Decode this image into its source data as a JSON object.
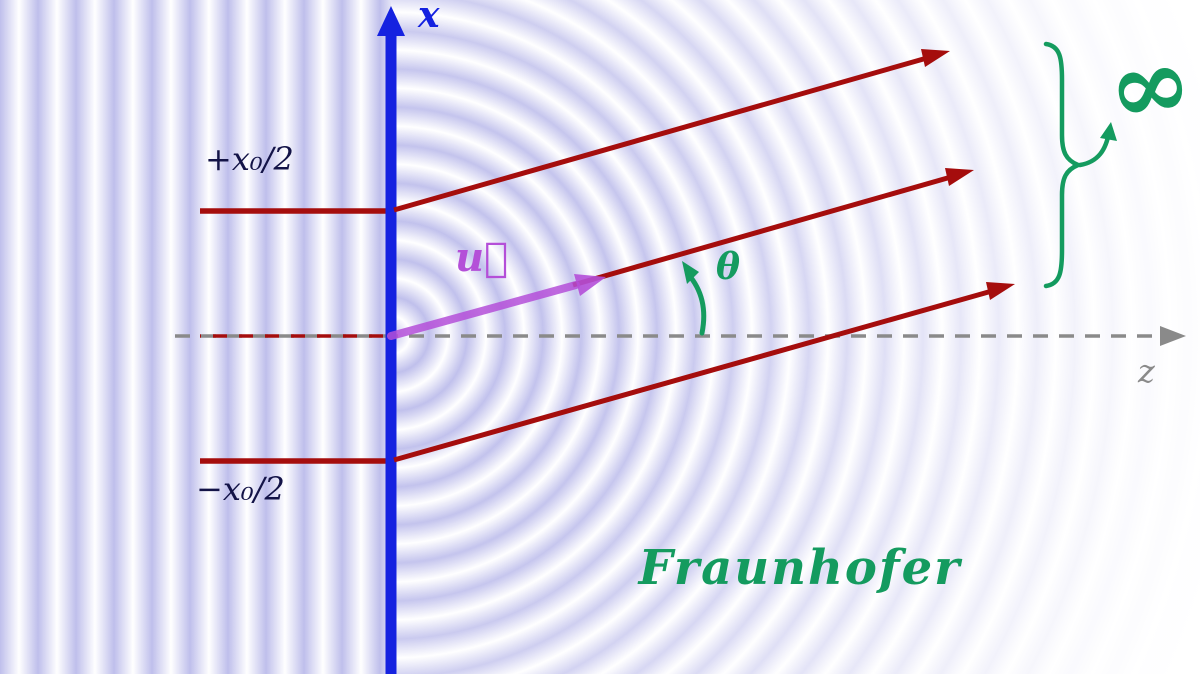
{
  "colors": {
    "axis-blue": "#1522e0",
    "ray-red": "#a50d0d",
    "accent-green": "#149b5f",
    "vector-purple": "#b44fd8",
    "axis-gray": "#8a8a8a",
    "label-ink": "#131347"
  },
  "diagram": {
    "regime_label": "Fraunhofer",
    "axes": {
      "x_label": "x",
      "z_label": "z"
    },
    "aperture": {
      "upper_edge_label": "+x₀/2",
      "lower_edge_label": "−x₀/2"
    },
    "wave_vector_label": "u⃗",
    "diffraction_angle_label": "θ",
    "far_field_label": "∞"
  }
}
